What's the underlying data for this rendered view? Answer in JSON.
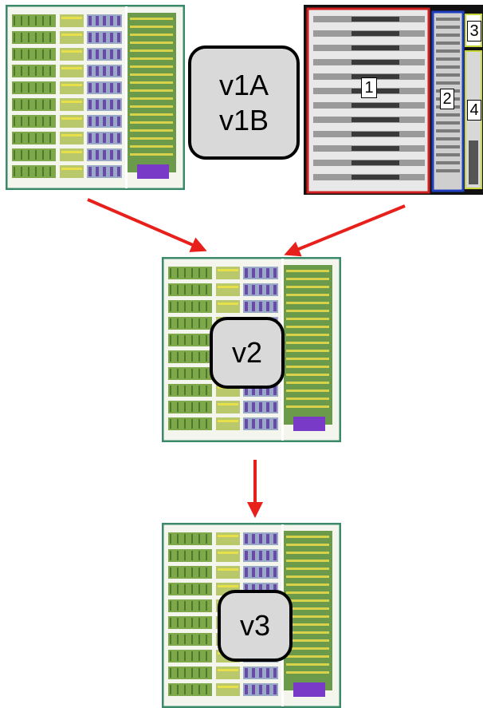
{
  "labels": {
    "v1": [
      "v1A",
      "v1B"
    ],
    "v2": "v2",
    "v3": "v3"
  },
  "region_numbers": [
    "1",
    "2",
    "3",
    "4"
  ],
  "colors": {
    "arrow": "#e8201c",
    "region_1": "#d02020",
    "region_2": "#1f3fbf",
    "region_3_4": "#c8d83a",
    "chip_border": "#3a8a6a",
    "chip_fill": "#7fa84a",
    "label_box_fill": "#d9d9d9"
  },
  "icons": {
    "chip_layout": "chip-layout-icon",
    "grayscale_layout": "grayscale-chip-layout-icon"
  }
}
